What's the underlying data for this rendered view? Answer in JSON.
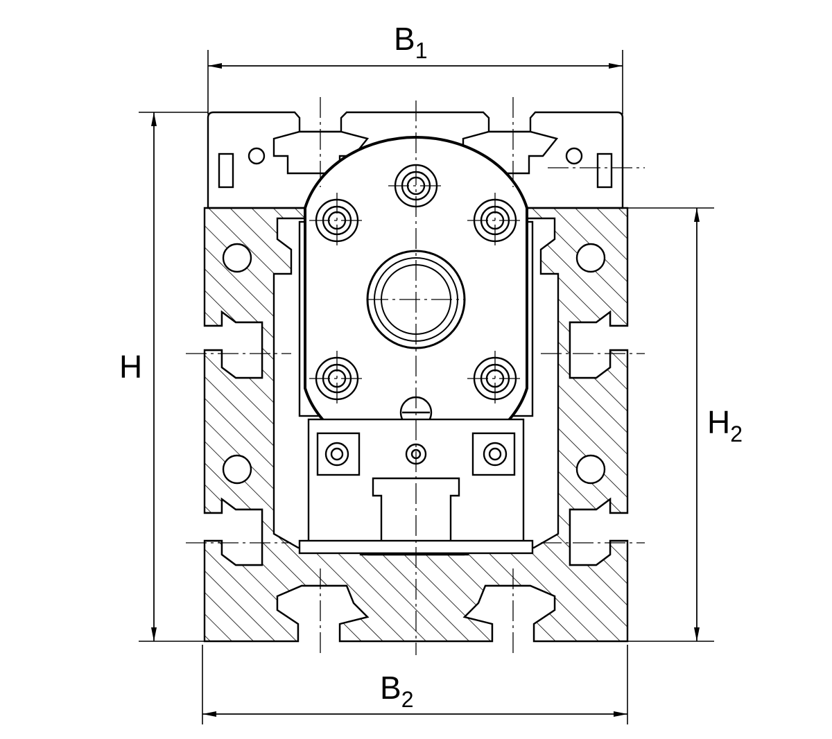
{
  "dimensions": {
    "b1": {
      "symbol": "B",
      "subscript": "1"
    },
    "b2": {
      "symbol": "B",
      "subscript": "2"
    },
    "h": {
      "symbol": "H",
      "subscript": ""
    },
    "h2": {
      "symbol": "H",
      "subscript": "2"
    }
  },
  "colors": {
    "line": "#000000",
    "background": "#ffffff"
  }
}
